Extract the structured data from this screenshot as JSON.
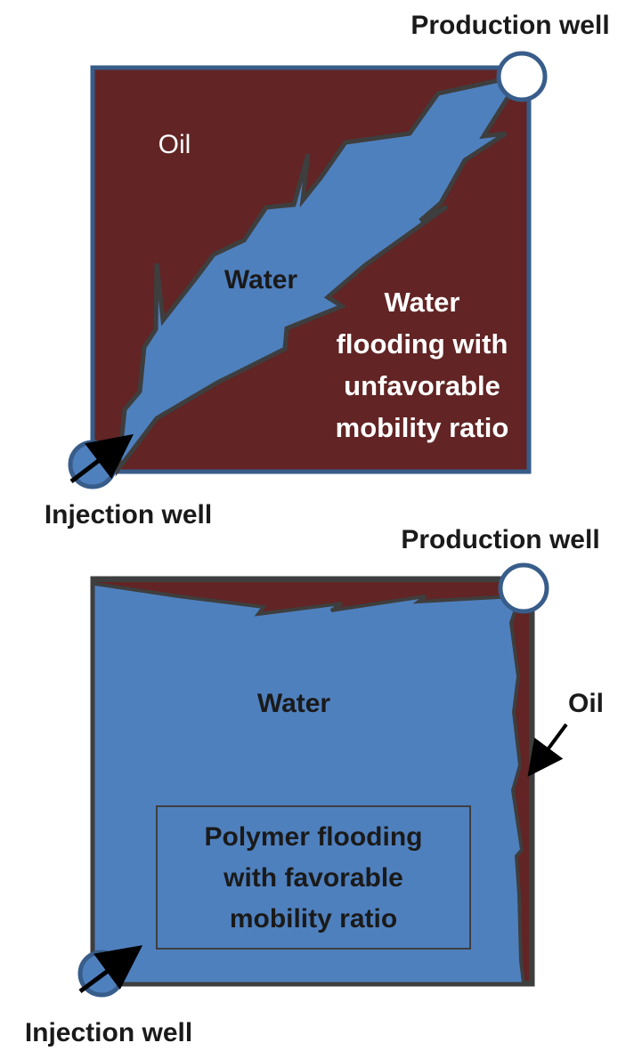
{
  "top_panel": {
    "production_well_label": "Production well",
    "injection_well_label": "Injection well",
    "oil_label": "Oil",
    "water_label": "Water",
    "caption_lines": [
      "Water",
      "flooding with",
      "unfavorable",
      "mobility ratio"
    ]
  },
  "bottom_panel": {
    "production_well_label": "Production well",
    "injection_well_label": "Injection well",
    "oil_label": "Oil",
    "water_label": "Water",
    "caption_lines": [
      "Polymer flooding",
      "with favorable",
      "mobility ratio"
    ]
  },
  "colors": {
    "oil": "#622424",
    "water": "#4f80be",
    "outline": "#3e3e3e",
    "well_fill": "#ffffff",
    "well_stroke": "#385d8a",
    "text_dark": "#1a1a1a",
    "text_light": "#ffffff"
  }
}
